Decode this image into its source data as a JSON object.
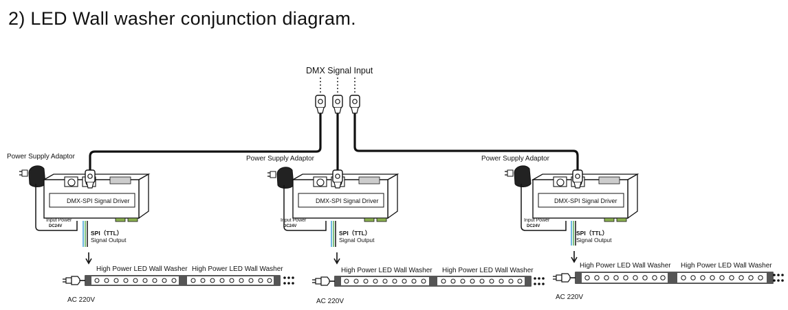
{
  "title": "2) LED Wall washer conjunction diagram.",
  "dmx_input_label": "DMX Signal Input",
  "units": [
    {
      "power_supply_label": "Power Supply Adaptor",
      "driver_label": "DMX-SPI Signal Driver",
      "input_power_label": "Input Power",
      "input_power_voltage": "DC24V",
      "spi_label": "SPI（TTL）",
      "signal_output_label": "Signal Output",
      "washer_labels": [
        "High Power LED Wall Washer",
        "High Power LED Wall Washer"
      ],
      "ac_label": "AC 220V"
    },
    {
      "power_supply_label": "Power Supply Adaptor",
      "driver_label": "DMX-SPI Signal Driver",
      "input_power_label": "Input Power",
      "input_power_voltage": "DC24V",
      "spi_label": "SPI（TTL）",
      "signal_output_label": "Signal Output",
      "washer_labels": [
        "High Power LED Wall Washer",
        "High Power LED Wall Washer"
      ],
      "ac_label": "AC 220V"
    },
    {
      "power_supply_label": "Power Supply Adaptor",
      "driver_label": "DMX-SPI Signal Driver",
      "input_power_label": "Input Power",
      "input_power_voltage": "DC24V",
      "spi_label": "SPI（TTL）",
      "signal_output_label": "Signal Output",
      "washer_labels": [
        "High Power LED Wall Washer",
        "High Power LED Wall Washer"
      ],
      "ac_label": "AC 220V"
    }
  ]
}
